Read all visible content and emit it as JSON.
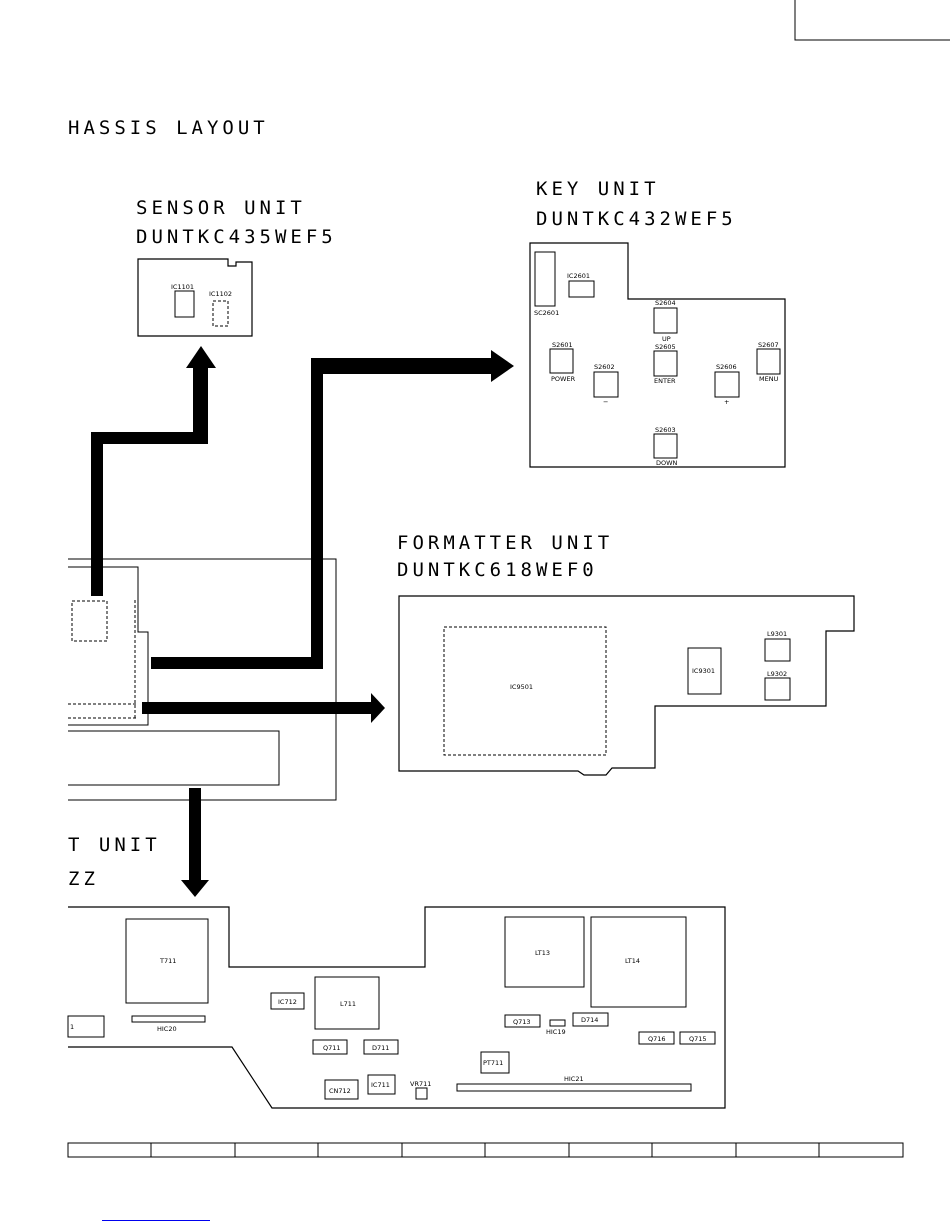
{
  "page_title": "HASSIS LAYOUT",
  "units": {
    "sensor": {
      "name": "SENSOR UNIT",
      "code": "DUNTKC435WEF5",
      "components": [
        "IC1101",
        "IC1102"
      ]
    },
    "key": {
      "name": "KEY UNIT",
      "code": "DUNTKC432WEF5",
      "components": [
        "IC2601",
        "SC2601",
        "S2604",
        "UP",
        "S2601",
        "POWER",
        "S2605",
        "ENTER",
        "S2602",
        "−",
        "S2606",
        "+",
        "S2607",
        "MENU",
        "S2603",
        "DOWN"
      ]
    },
    "formatter": {
      "name": "FORMATTER UNIT",
      "code": "DUNTKC618WEF0",
      "components": [
        "IC9501",
        "IC9301",
        "L9301",
        "L9302"
      ]
    },
    "power": {
      "name": "T UNIT",
      "code": "ZZ",
      "components": [
        "T711",
        "1",
        "HIC20",
        "IC712",
        "L711",
        "Q711",
        "D711",
        "CN712",
        "IC711",
        "VR711",
        "LT13",
        "LT14",
        "Q713",
        "HIC19",
        "D714",
        "Q716",
        "Q715",
        "PT711",
        "HIC21"
      ]
    }
  }
}
